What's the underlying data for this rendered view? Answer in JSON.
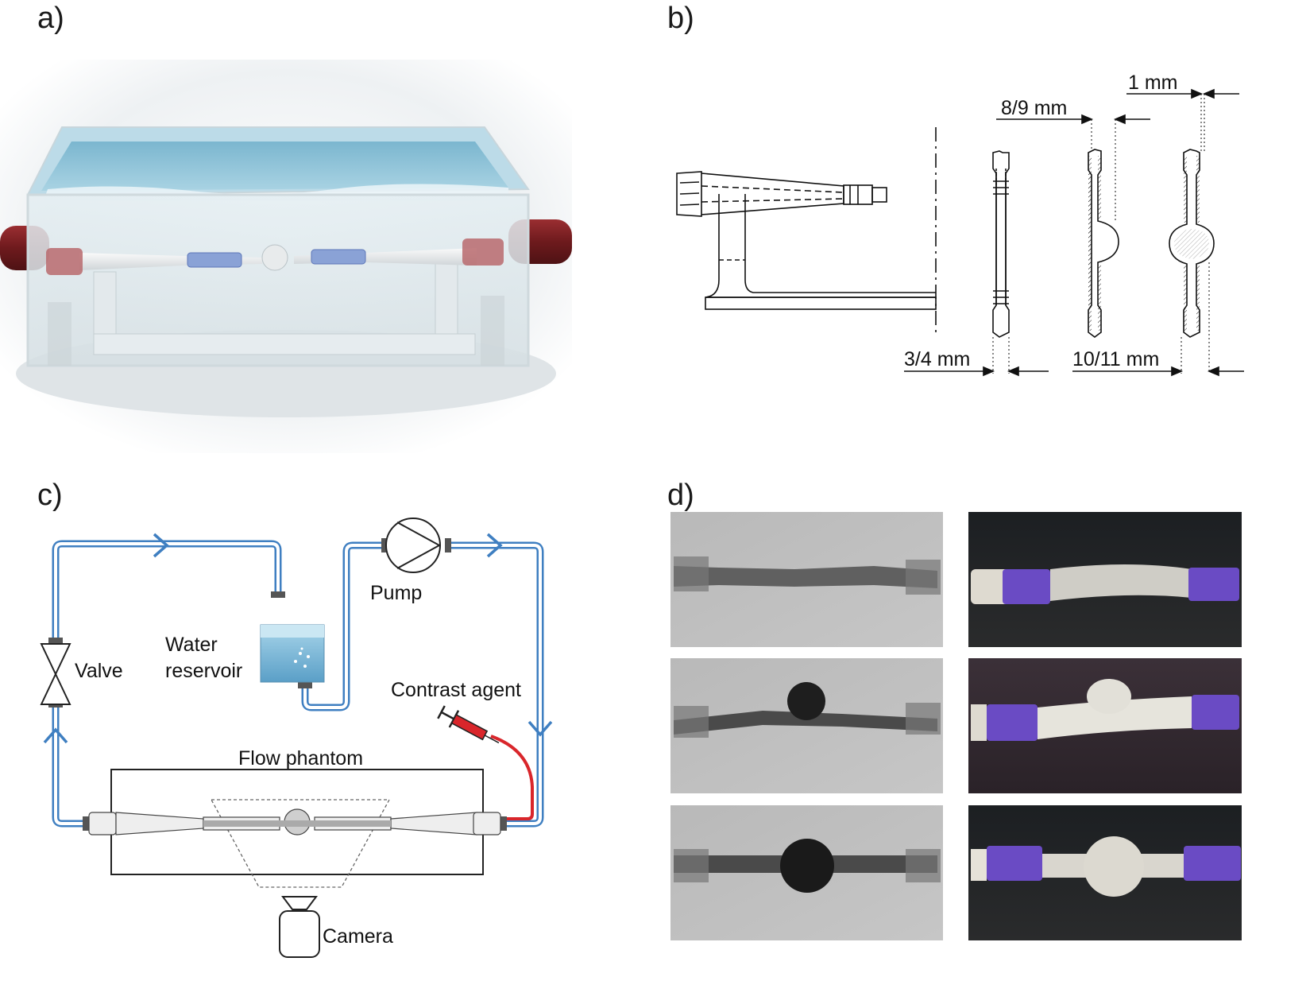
{
  "panels": {
    "a": {
      "label": "a)"
    },
    "b": {
      "label": "b)",
      "dimensions": [
        "1 mm",
        "8/9 mm",
        "3/4 mm",
        "10/11 mm"
      ]
    },
    "c": {
      "label": "c)",
      "labels": {
        "pump": "Pump",
        "water_line1": "Water",
        "water_line2": "reservoir",
        "valve": "Valve",
        "contrast_agent": "Contrast agent",
        "flow_phantom": "Flow phantom",
        "camera": "Camera"
      }
    },
    "d": {
      "label": "d)"
    }
  },
  "colors": {
    "tube_blue": "#3f7fc1",
    "tube_red": "#d9262b",
    "water": "#8fc3dc",
    "dark_red_hose": "#7a1f22",
    "purple_connector": "#6a4bc4"
  }
}
